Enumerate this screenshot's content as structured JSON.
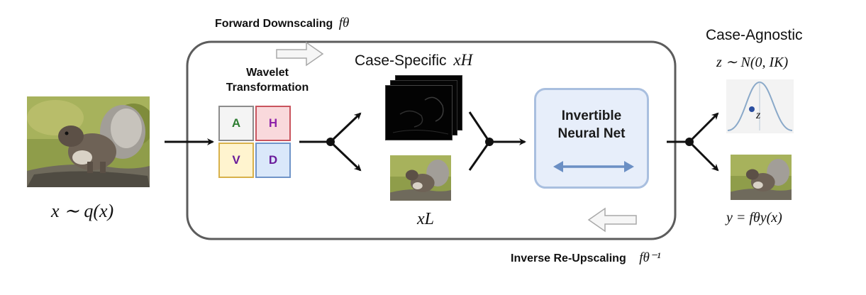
{
  "labels": {
    "forward_text": "Forward Downscaling",
    "forward_symbol": "fθ",
    "inverse_text": "Inverse Re-Upscaling",
    "inverse_symbol": "fθ⁻¹",
    "input_formula": "x ∼ q(x)",
    "wavelet_title_line1": "Wavelet",
    "wavelet_title_line2": "Transformation",
    "case_specific_text": "Case-Specific",
    "case_specific_symbol": "xH",
    "x_low": "xL",
    "inn_line1": "Invertible",
    "inn_line2": "Neural Net",
    "case_agnostic": "Case-Agnostic",
    "latent_formula": "z ∼ N(0, IK)",
    "latent_point": "z",
    "output_formula": "y = fθy(x)"
  },
  "wavelet": {
    "A": "A",
    "H": "H",
    "V": "V",
    "D": "D"
  },
  "colors": {
    "A_fill": "#f4f4f4",
    "A_border": "#8c8c8c",
    "A_text": "#2e7d32",
    "H_fill": "#f9d9dc",
    "H_border": "#c9545e",
    "H_text": "#8e24aa",
    "V_fill": "#fff4cf",
    "V_border": "#d8b14a",
    "V_text": "#6a1b9a",
    "D_fill": "#dae8fa",
    "D_border": "#6f94c8",
    "D_text": "#6a1b9a",
    "inn_arrow": "#6b8fc4",
    "gauss_curve": "#8aa9c9",
    "gauss_point": "#2b4fa0"
  }
}
